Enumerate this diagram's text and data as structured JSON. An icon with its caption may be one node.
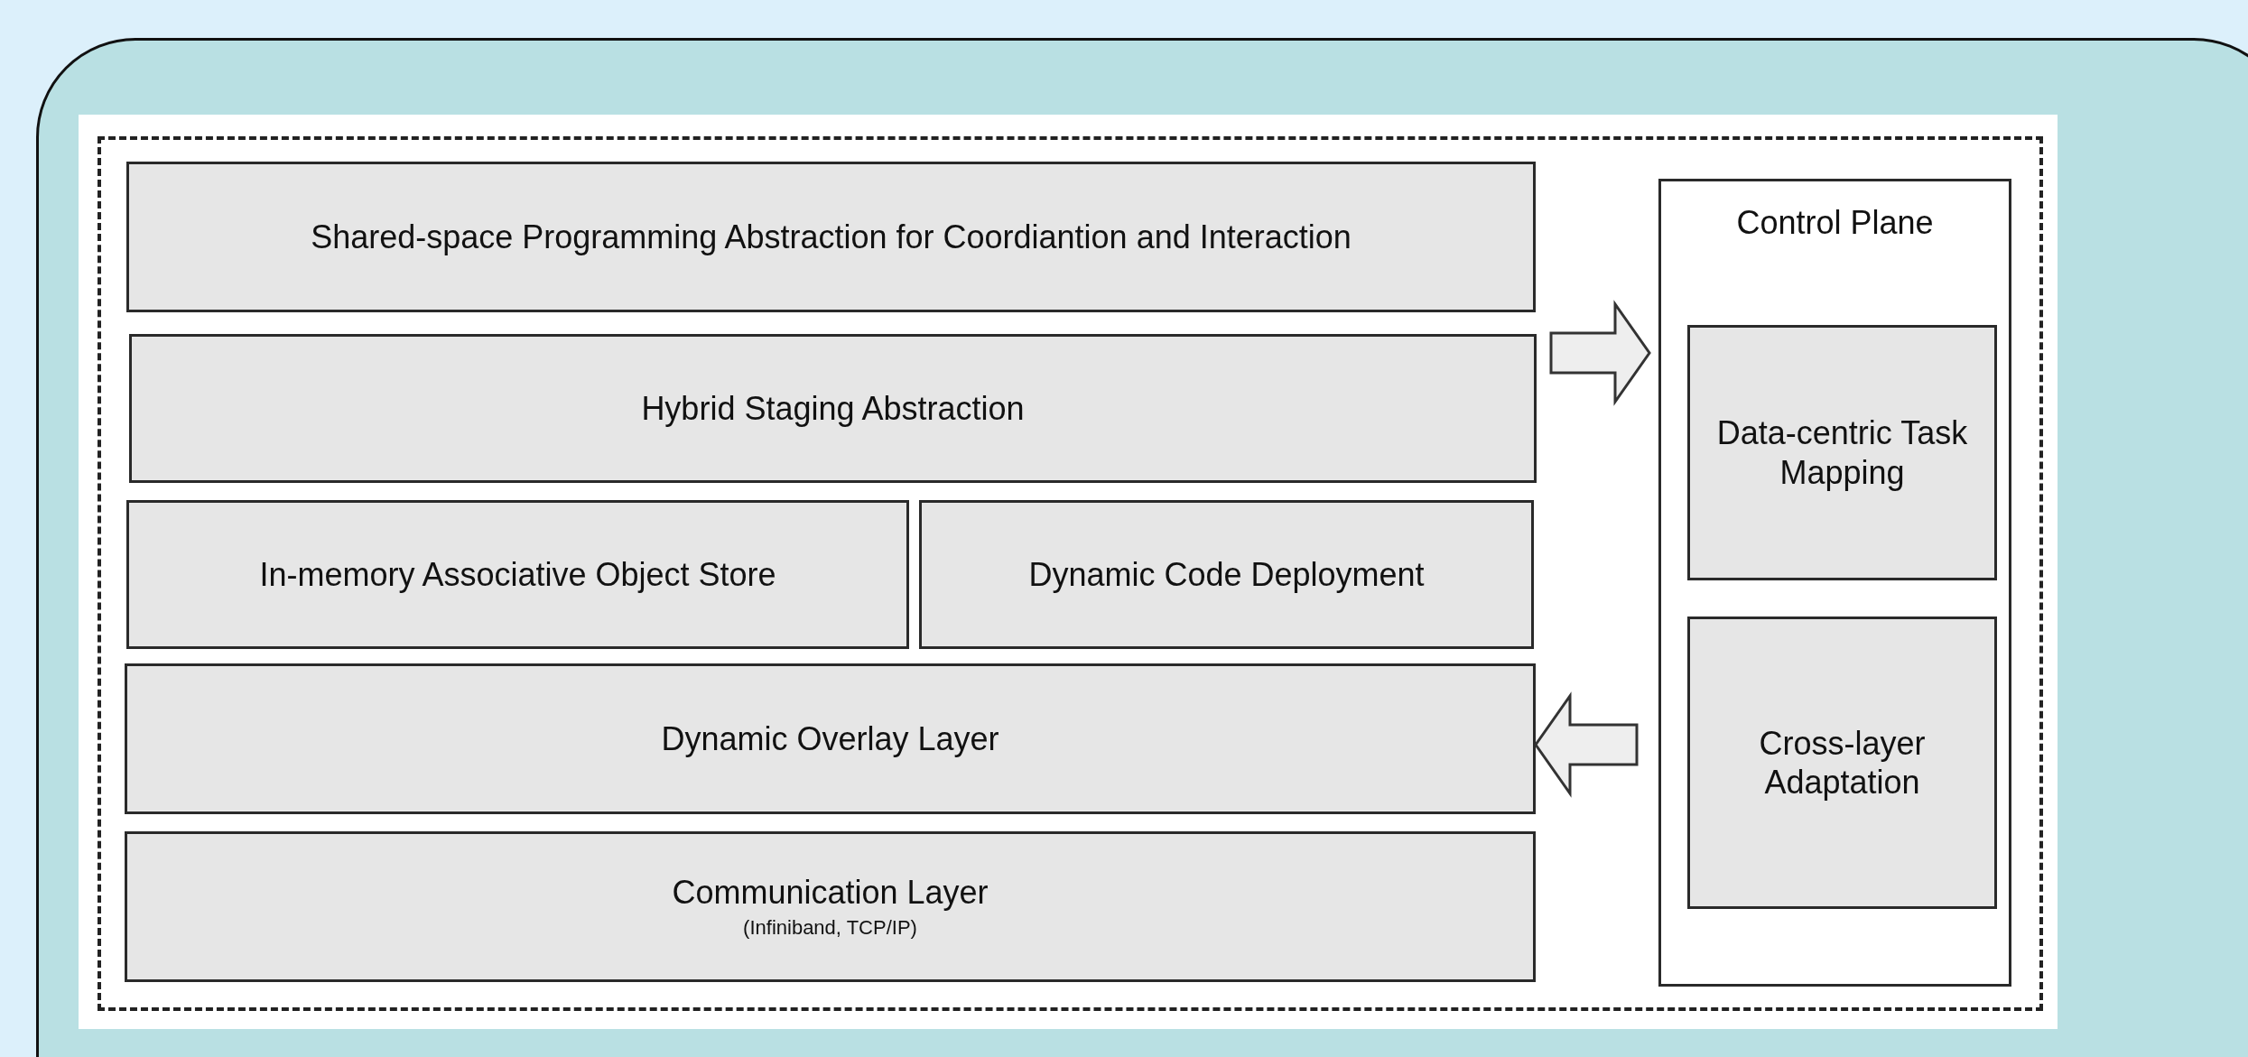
{
  "diagram": {
    "nodes": [
      {
        "text": [
          "Shared-space Programming Abstraction for Coordiantion and Interaction"
        ]
      },
      {
        "text": [
          "Hybrid Staging Abstraction"
        ]
      },
      {
        "text": [
          "In-memory Associative Object Store"
        ]
      },
      {
        "text": [
          "Dynamic Code Deployment"
        ]
      },
      {
        "text": [
          "Dynamic Overlay Layer"
        ]
      },
      {
        "text": [
          "Communication Layer",
          "(Infiniband, TCP/IP)"
        ]
      },
      {
        "text": [
          "Control Plane"
        ]
      },
      {
        "text": [
          "Data-centric Task Mapping"
        ],
        "in": 6
      },
      {
        "text": [
          "Cross-layer Adaptation"
        ],
        "in": 6
      }
    ],
    "edges": [
      {
        "from": 1,
        "to": 6,
        "arrow": "to",
        "style": "thick"
      },
      {
        "from": 6,
        "to": 4,
        "arrow": "to",
        "style": "thick"
      }
    ]
  }
}
